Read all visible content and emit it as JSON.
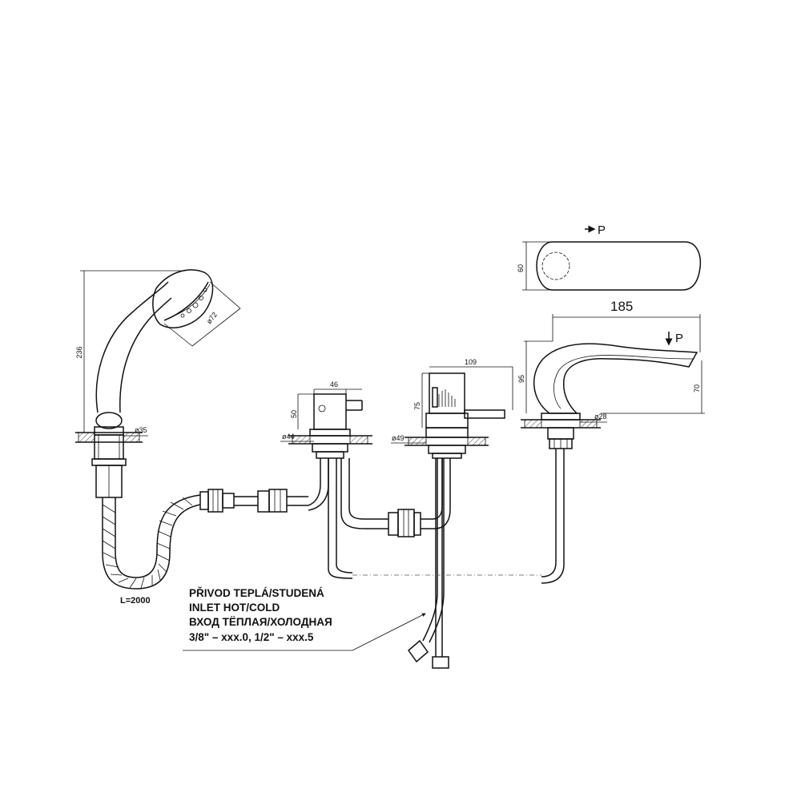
{
  "dimensions": {
    "showerhead_height": "236",
    "showerhead_diameter": "ø72",
    "handshower_holder_diameter": "ø35",
    "hose_length": "L=2000",
    "valve_width": "46",
    "valve_height": "50",
    "valve_base_diameter": "ø44",
    "mixer_reach": "109",
    "mixer_height": "75",
    "mixer_base_diameter": "ø49",
    "spout_width": "60",
    "spout_length": "185",
    "spout_height": "95",
    "spout_outlet_height": "70",
    "spout_base_diameter": "ø28"
  },
  "section_marks": {
    "top_view": "P",
    "side_view": "P"
  },
  "notes": {
    "inlet_cz": "PŘIVOD TEPLÁ/STUDENÁ",
    "inlet_en": "INLET HOT/COLD",
    "inlet_ru": "ВХОД ТЁПЛАЯ/ХОЛОДНАЯ",
    "inlet_sizes": "3/8\" – xxx.0, 1/2\" – xxx.5"
  }
}
